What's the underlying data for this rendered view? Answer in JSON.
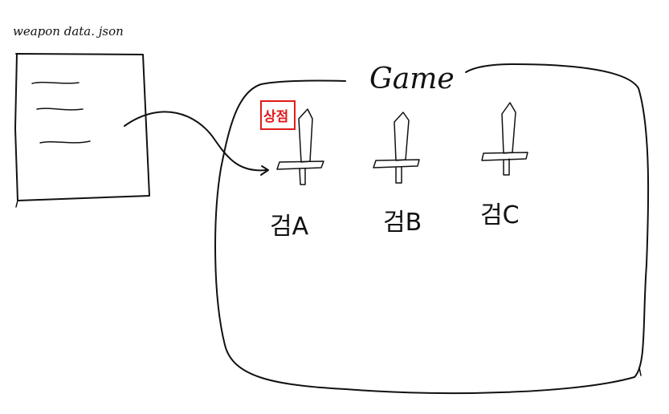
{
  "file": {
    "name": "weapon data. json"
  },
  "game": {
    "title": "Game",
    "badge": {
      "text": "상점",
      "color": "#e01b1b"
    },
    "swords": [
      {
        "label": "검A",
        "icon": "sword-icon"
      },
      {
        "label": "검B",
        "icon": "sword-icon"
      },
      {
        "label": "검C",
        "icon": "sword-icon"
      }
    ]
  }
}
